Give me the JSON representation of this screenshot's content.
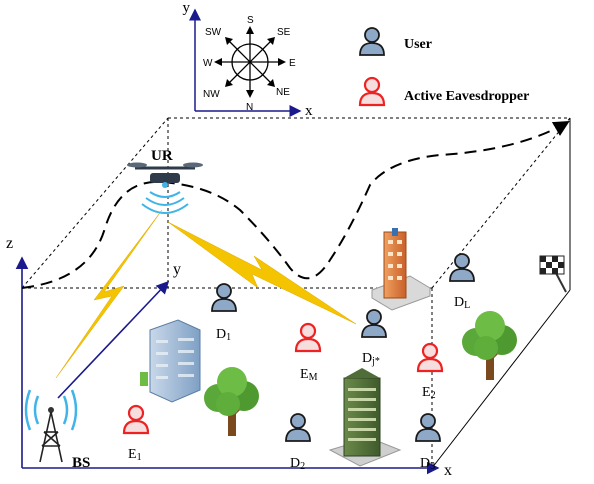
{
  "compass": {
    "axis_y": "y",
    "axis_x": "x",
    "directions": {
      "s": "S",
      "sw": "SW",
      "se": "SE",
      "w": "W",
      "e": "E",
      "nw": "NW",
      "ne": "NE",
      "n": "N"
    }
  },
  "legend": {
    "user": "User",
    "eavesdropper": "Active Eavesdropper",
    "colors": {
      "user": "#8ea8c8",
      "eavesdropper": "#e83a3a"
    }
  },
  "axes": {
    "z": "z",
    "y": "y",
    "x": "x"
  },
  "nodes": {
    "uav": "UR",
    "base_station": "BS",
    "users": {
      "d1": "D",
      "d1_sub": "1",
      "dj": "D",
      "dj_sub": "j*",
      "dl": "D",
      "dl_sub": "L",
      "d2": "D",
      "d2_sub": "2",
      "d3": "D",
      "d3_sub": "3"
    },
    "eavesdroppers": {
      "em": "E",
      "em_sub": "M",
      "e1": "E",
      "e1_sub": "1",
      "e2": "E",
      "e2_sub": "2"
    }
  },
  "icons": {
    "uav": "drone-icon",
    "base_station": "cell-tower-icon",
    "destination": "checkered-flag-icon",
    "user": "user-icon",
    "eavesdropper": "eavesdropper-icon",
    "building": "building-icon",
    "tree": "tree-icon"
  }
}
